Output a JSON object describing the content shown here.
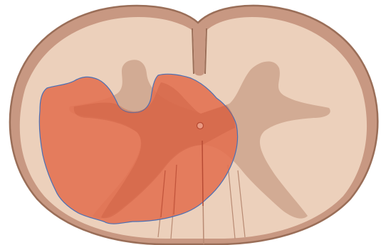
{
  "figure": {
    "title": "",
    "caption": ""
  },
  "colors": {
    "background": "#ffffff",
    "pia_outline": "#9a6e58",
    "pia_layer": "#c89882",
    "white_matter": "#ecd0bb",
    "grey_matter": "#d2ab94",
    "central_canal": "#e38a72",
    "lesion_fill": "#e36f50",
    "lesion_outline": "#4a6fb5",
    "fissure_line": "#b88a73",
    "lesion_line": "#b64a33"
  },
  "regions": {
    "spinal_cord_section": "spinal-cord-cross-section",
    "grey_matter": "butterfly-grey-matter",
    "lesion": "hemisection-lesion-left"
  }
}
